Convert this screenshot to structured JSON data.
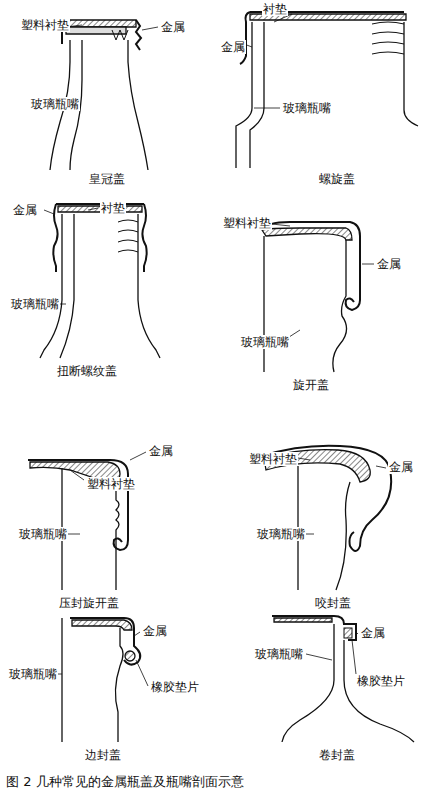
{
  "diagram": {
    "caption": "图 2  几种常见的金属瓶盖及瓶嘴剖面示意",
    "labels": [
      "塑料衬垫",
      "金属",
      "玻璃瓶嘴",
      "皇冠盖",
      "衬垫",
      "金属",
      "玻璃瓶嘴",
      "螺旋盖",
      "金属",
      "衬垫",
      "玻璃瓶嘴",
      "扭断螺纹盖",
      "塑料衬垫",
      "金属",
      "玻璃瓶嘴",
      "旋开盖",
      "金属",
      "塑料衬垫",
      "玻璃瓶嘴",
      "压封旋开盖",
      "塑料衬垫",
      "金属",
      "玻璃瓶嘴",
      "咬封盖",
      "金属",
      "玻璃瓶嘴",
      "橡胶垫片",
      "边封盖",
      "金属",
      "玻璃瓶嘴",
      "橡胶垫片",
      "卷封盖"
    ]
  }
}
